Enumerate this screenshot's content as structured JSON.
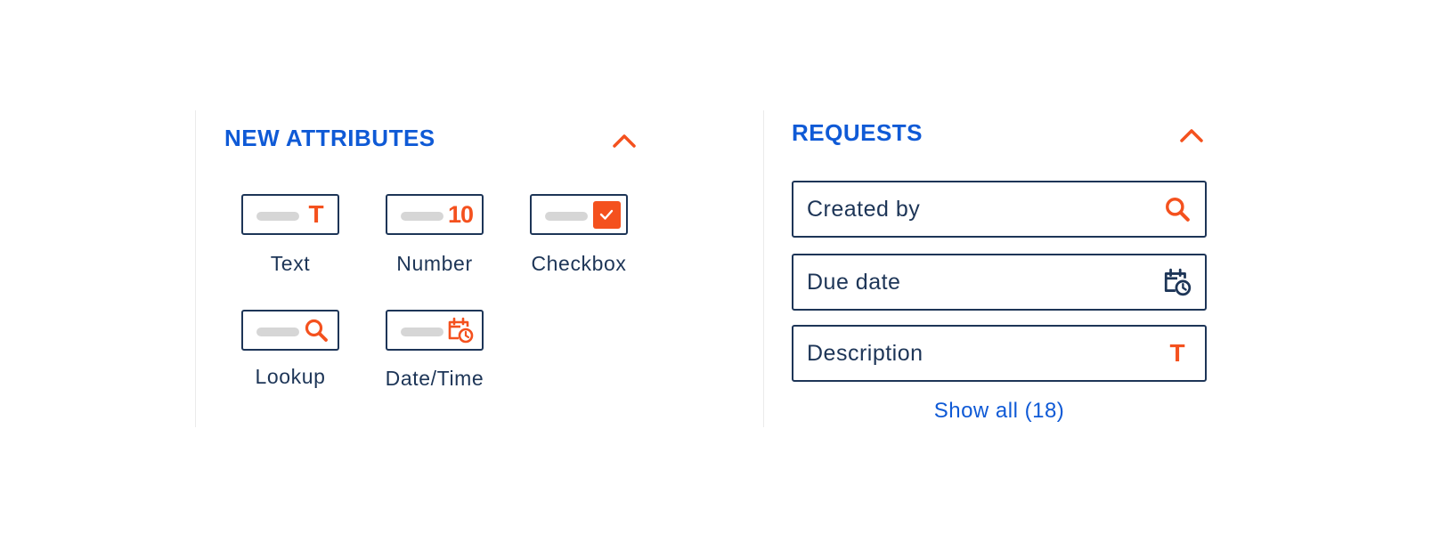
{
  "new_attributes": {
    "title": "NEW ATTRIBUTES",
    "items": [
      {
        "label": "Text",
        "icon": "text-icon"
      },
      {
        "label": "Number",
        "icon": "number-icon",
        "glyph": "10"
      },
      {
        "label": "Checkbox",
        "icon": "checkbox-icon"
      },
      {
        "label": "Lookup",
        "icon": "search-icon"
      },
      {
        "label": "Date/Time",
        "icon": "calendar-clock-icon"
      }
    ],
    "text_glyph": "T"
  },
  "requests": {
    "title": "REQUESTS",
    "fields": [
      {
        "label": "Created by",
        "icon": "search-icon"
      },
      {
        "label": "Due date",
        "icon": "calendar-clock-icon"
      },
      {
        "label": "Description",
        "icon": "text-icon",
        "glyph": "T"
      }
    ],
    "show_all": "Show all (18)"
  },
  "colors": {
    "accent_blue": "#0f5ad6",
    "accent_orange": "#f4511e",
    "navy": "#1d3557",
    "bar_gray": "#d6d6d6"
  }
}
